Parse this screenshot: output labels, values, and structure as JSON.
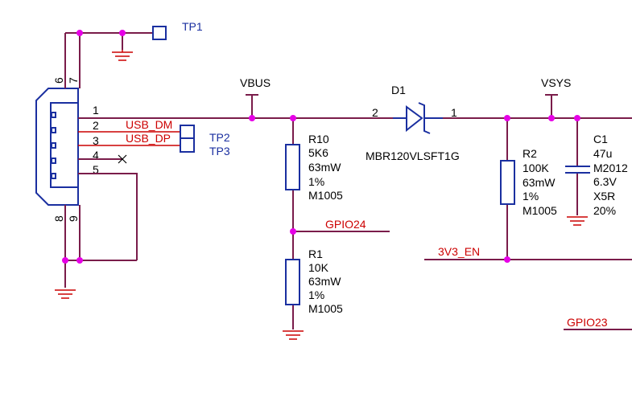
{
  "labels": {
    "tp1": "TP1",
    "tp2": "TP2",
    "tp3": "TP3",
    "vbus": "VBUS",
    "vsys": "VSYS",
    "gpio24": "GPIO24",
    "gpio23": "GPIO23",
    "v3v3_en": "3V3_EN",
    "usb_dm": "USB_DM",
    "usb_dp": "USB_DP"
  },
  "connector": {
    "pins": [
      "1",
      "2",
      "3",
      "4",
      "5",
      "6",
      "7",
      "8",
      "9"
    ]
  },
  "d1": {
    "ref": "D1",
    "part": "MBR120VLSFT1G",
    "pin_anode": "2",
    "pin_cathode": "1"
  },
  "r10": {
    "ref": "R10",
    "value": "5K6",
    "power": "63mW",
    "tol": "1%",
    "pkg": "M1005"
  },
  "r1": {
    "ref": "R1",
    "value": "10K",
    "power": "63mW",
    "tol": "1%",
    "pkg": "M1005"
  },
  "r2": {
    "ref": "R2",
    "value": "100K",
    "power": "63mW",
    "tol": "1%",
    "pkg": "M1005"
  },
  "c1": {
    "ref": "C1",
    "value": "47u",
    "pkg": "M2012",
    "voltage": "6.3V",
    "dielectric": "X5R",
    "tol": "20%"
  }
}
